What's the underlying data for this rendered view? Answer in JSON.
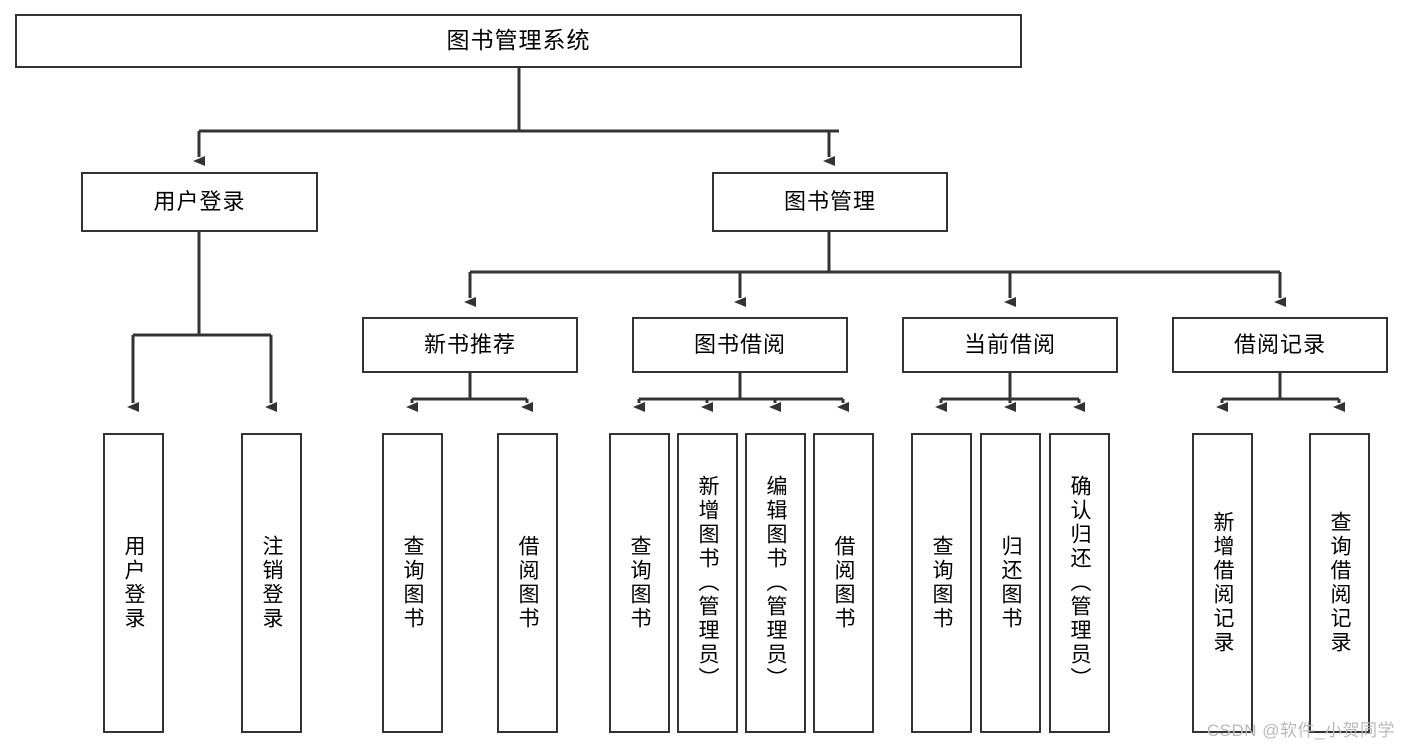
{
  "diagram": {
    "type": "tree-hierarchy",
    "title": "图书管理系统",
    "orientation": "top-down",
    "colors": {
      "stroke": "#333333",
      "fill": "#ffffff",
      "text": "#000000",
      "watermark": "#b9b9b9"
    }
  },
  "nodes": {
    "root": {
      "label": "图书管理系统"
    },
    "level2": [
      {
        "label": "用户登录"
      },
      {
        "label": "图书管理"
      }
    ],
    "level3": [
      {
        "label": "新书推荐"
      },
      {
        "label": "图书借阅"
      },
      {
        "label": "当前借阅"
      },
      {
        "label": "借阅记录"
      }
    ],
    "leaves_user_login": [
      {
        "label": "用户登录"
      },
      {
        "label": "注销登录"
      }
    ],
    "leaves_new_book": [
      {
        "label": "查询图书"
      },
      {
        "label": "借阅图书"
      }
    ],
    "leaves_borrow": [
      {
        "label": "查询图书"
      },
      {
        "label": "新增图书（管理员）"
      },
      {
        "label": "编辑图书（管理员）"
      },
      {
        "label": "借阅图书"
      }
    ],
    "leaves_current": [
      {
        "label": "查询图书"
      },
      {
        "label": "归还图书"
      },
      {
        "label": "确认归还（管理员）"
      }
    ],
    "leaves_records": [
      {
        "label": "新增借阅记录"
      },
      {
        "label": "查询借阅记录"
      }
    ]
  },
  "watermark": {
    "text": "CSDN @软件_小贺同学"
  }
}
